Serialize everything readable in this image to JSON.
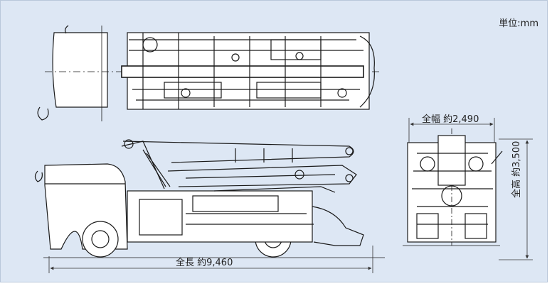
{
  "unit_label": "単位:mm",
  "dimensions": {
    "width_label": "全幅 約2,490",
    "length_label": "全長 約9,460",
    "height_label": "全高 約3,500"
  },
  "views": [
    "top-view",
    "side-view",
    "rear-view"
  ],
  "colors": {
    "background": "#dde7f4",
    "line": "#1a1a1a",
    "dimension_line": "#333333"
  }
}
